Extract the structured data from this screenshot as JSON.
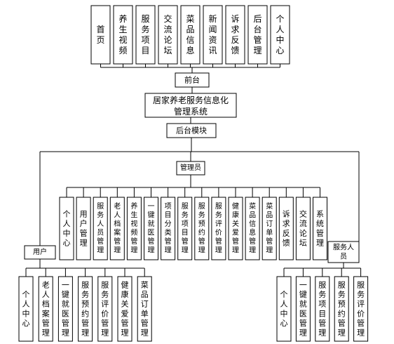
{
  "top_items": [
    "首页",
    "养生视频",
    "服务项目",
    "交流论坛",
    "菜品信息",
    "新闻资讯",
    "诉求反馈",
    "后台管理",
    "个人中心"
  ],
  "front": "前台",
  "system": [
    "居家养老服务信息化",
    "管理系统"
  ],
  "backend": "后台模块",
  "admin": "管理员",
  "admin_items": [
    "个人中心",
    "用户管理",
    "服务人员管理",
    "老人档案管理",
    "养生视频管理",
    "一键就医管理",
    "项目分类管理",
    "服务项目管理",
    "服务预约管理",
    "服务评价管理",
    "健康关爱管理",
    "菜品信息管理",
    "菜品订单管理",
    "诉求反馈",
    "交流论坛",
    "系统管理"
  ],
  "user": "用户",
  "user_items": [
    "个人中心",
    "老人档案管理",
    "一键就医管理",
    "服务预约管理",
    "服务评价管理",
    "健康关爱管理",
    "菜品订单管理"
  ],
  "staff": [
    "服务人",
    "员"
  ],
  "staff_items": [
    "个人中心",
    "一键就医管理",
    "服务项目管理",
    "服务预约管理",
    "服务评价管理"
  ]
}
